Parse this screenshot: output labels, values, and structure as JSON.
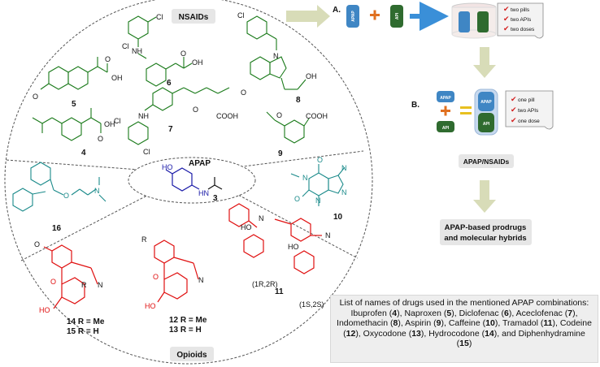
{
  "categories": {
    "nsaids": "NSAIDs",
    "opioids": "Opioids",
    "apap": "APAP"
  },
  "compounds": {
    "c3": "3",
    "c4": "4",
    "c5": "5",
    "c6": "6",
    "c7": "7",
    "c8": "8",
    "c9": "9",
    "c10": "10",
    "c11": "11",
    "c16": "16",
    "c12_13": [
      "12 R = Me",
      "13 R = H"
    ],
    "c14_15": [
      "14 R = Me",
      "15 R = H"
    ]
  },
  "atoms": {
    "cl": "Cl",
    "nh": "NH",
    "oh": "OH",
    "o": "O",
    "n": "N",
    "h": "H",
    "ho": "HO",
    "cooh": "COOH",
    "r": "R",
    "hn": "HN"
  },
  "stereo": {
    "rr": "(1R,2R)",
    "ss": "(1S,2S)"
  },
  "panel_a": {
    "label": "A.",
    "pill_apap": "APAP",
    "pill_api": "API",
    "checklist": [
      "two pills",
      "two APIs",
      "two doses"
    ]
  },
  "panel_b": {
    "label": "B.",
    "pill_apap": "APAP",
    "pill_api": "API",
    "checklist": [
      "one pill",
      "two APIs",
      "one dose"
    ],
    "combo_label": "APAP/NSAIDs"
  },
  "result_label": [
    "APAP-based prodrugs",
    "and molecular hybrids"
  ],
  "drug_list": {
    "title": "List of names of drugs used in the mentioned APAP combinations:",
    "entries": [
      {
        "name": "Ibuprofen",
        "num": "4"
      },
      {
        "name": "Naproxen",
        "num": "5"
      },
      {
        "name": "Diclofenac",
        "num": "6"
      },
      {
        "name": "Aceclofenac",
        "num": "7"
      },
      {
        "name": "Indomethacin",
        "num": "8"
      },
      {
        "name": "Aspirin",
        "num": "9"
      },
      {
        "name": "Caffeine",
        "num": "10"
      },
      {
        "name": "Tramadol",
        "num": "11"
      },
      {
        "name": "Codeine",
        "num": "12"
      },
      {
        "name": "Oxycodone",
        "num": "13"
      },
      {
        "name": "Hydrocodone",
        "num": "14"
      },
      {
        "name": "Diphenhydramine",
        "num": "15"
      }
    ],
    "and_word": "and"
  },
  "colors": {
    "nsaid": "#1a7a1a",
    "opioid": "#e01010",
    "apap_blue": "#1a1aa8",
    "teal": "#1a8a8a",
    "arrow_green": "#d8dcb8",
    "arrow_blue": "#3a8fd8",
    "pill_blue": "#3f86c4",
    "pill_green": "#2f6b2f",
    "check_red": "#d42020",
    "plus_orange": "#e07020",
    "equals_yellow": "#e8c020"
  }
}
